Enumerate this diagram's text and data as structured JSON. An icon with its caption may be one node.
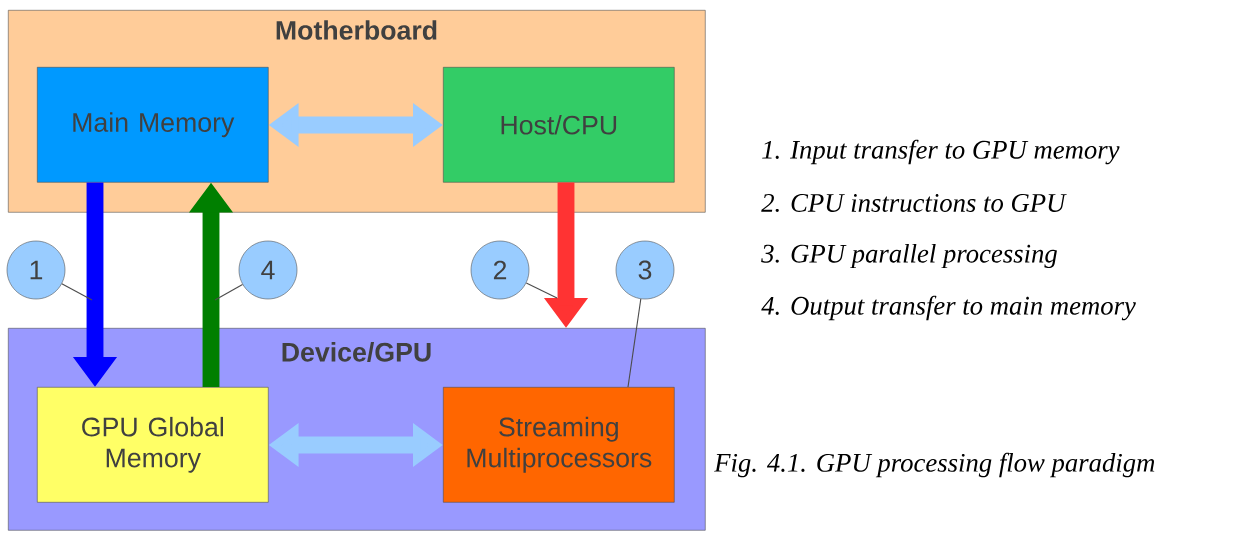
{
  "diagram": {
    "caption": "Fig. 4.1. GPU processing flow paradigm",
    "nodes": [
      {
        "text": [
          "Motherboard"
        ]
      },
      {
        "text": [
          "Main Memory"
        ],
        "in": 0
      },
      {
        "text": [
          "Host/CPU"
        ],
        "in": 0
      },
      {
        "text": [
          "Device/GPU"
        ]
      },
      {
        "text": [
          "GPU Global Memory"
        ],
        "in": 3
      },
      {
        "text": [
          "Streaming Multiprocessors"
        ],
        "in": 3
      },
      {
        "text": [
          "1"
        ]
      },
      {
        "text": [
          "4"
        ]
      },
      {
        "text": [
          "2"
        ]
      },
      {
        "text": [
          "3"
        ]
      }
    ],
    "edges": [
      {
        "from": 1,
        "to": 2,
        "arrow": "both",
        "color": "#99ccff"
      },
      {
        "from": 1,
        "to": 4,
        "arrow": "to",
        "color": "#0000ff"
      },
      {
        "from": 4,
        "to": 1,
        "arrow": "to",
        "color": "#007f00"
      },
      {
        "from": 2,
        "to": 3,
        "arrow": "to",
        "color": "#ff3333"
      },
      {
        "from": 4,
        "to": 5,
        "arrow": "both",
        "color": "#99ccff"
      },
      {
        "from": 6,
        "to": null,
        "arrow": "none"
      },
      {
        "from": 7,
        "to": null,
        "arrow": "none"
      },
      {
        "from": 8,
        "to": null,
        "arrow": "none"
      },
      {
        "from": 9,
        "to": 5,
        "arrow": "none"
      }
    ],
    "labels": [
      "1. Input transfer to GPU memory",
      "2. CPU instructions to GPU",
      "3. GPU parallel processing",
      "4. Output transfer to main memory"
    ]
  }
}
